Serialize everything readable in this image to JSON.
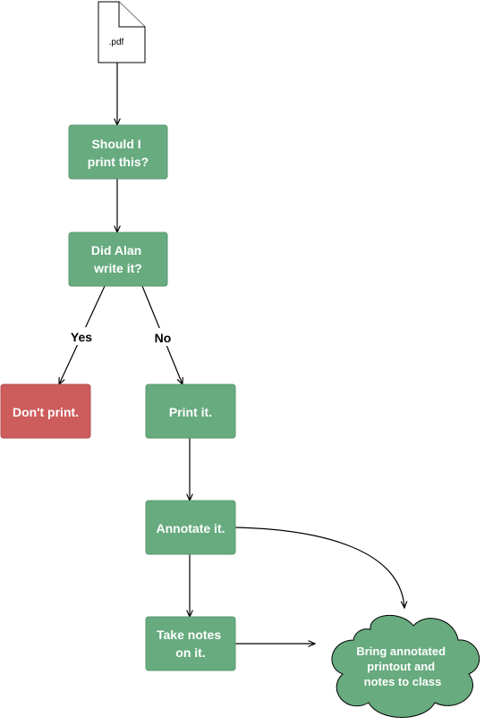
{
  "colors": {
    "green_fill": "#67AB7F",
    "green_stroke": "#5A9A70",
    "red_fill": "#CD5C5C",
    "red_stroke": "#B54C4C",
    "cloud_fill": "#67AB7F",
    "line": "#000000"
  },
  "file": {
    "label": ".pdf",
    "icon": "document-icon"
  },
  "nodes": {
    "should_print": {
      "lines": [
        "Should I",
        "print this?"
      ]
    },
    "did_alan": {
      "lines": [
        "Did Alan",
        "write it?"
      ]
    },
    "dont_print": {
      "lines": [
        "Don't print."
      ]
    },
    "print_it": {
      "lines": [
        "Print it."
      ]
    },
    "annotate": {
      "lines": [
        "Annotate it."
      ]
    },
    "take_notes": {
      "lines": [
        "Take notes",
        "on it."
      ]
    },
    "bring": {
      "lines": [
        "Bring annotated",
        "printout and",
        "notes to class"
      ]
    }
  },
  "edge_labels": {
    "yes": "Yes",
    "no": "No"
  }
}
